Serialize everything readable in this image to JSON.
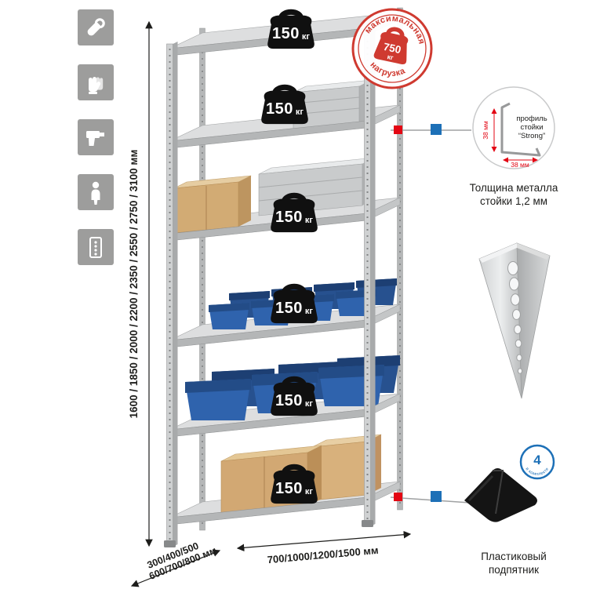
{
  "left_toolbar": {
    "icons": [
      "wrench-icon",
      "gloves-icon",
      "drill-icon",
      "person-icon",
      "rack-icon"
    ]
  },
  "dimensions": {
    "height_label": "1600 / 1850 / 2000 / 2200 / 2350 / 2550 / 2750 / 3100 мм",
    "depth_label_line1": "300/400/500",
    "depth_label_line2": "600/700/800 мм",
    "width_label": "700/1000/1200/1500 мм"
  },
  "shelf_weights": {
    "value": "150",
    "unit": "кг",
    "count": 6
  },
  "max_load_stamp": {
    "arc_top": "максимальная",
    "arc_bottom": "нагрузка",
    "value": "750",
    "unit": "кг"
  },
  "profile_detail": {
    "line1": "профиль",
    "line2": "стойки",
    "line3": "“Strong”",
    "dim_v": "38 мм",
    "dim_h": "38 мм",
    "caption1": "Толщина металла",
    "caption2": "стойки 1,2 мм"
  },
  "foot_detail": {
    "badge_value": "4",
    "badge_text": "в комплекте",
    "caption1": "Пластиковый",
    "caption2": "подпятник"
  },
  "colors": {
    "accent_red": "#e30613",
    "accent_blue": "#1d70b7",
    "stamp_red": "#cf3a30",
    "bin_blue": "#2f63ad",
    "metal_gray": "#c9cbcc",
    "icon_gray": "#9d9d9c",
    "box_tan": "#d2a873"
  }
}
